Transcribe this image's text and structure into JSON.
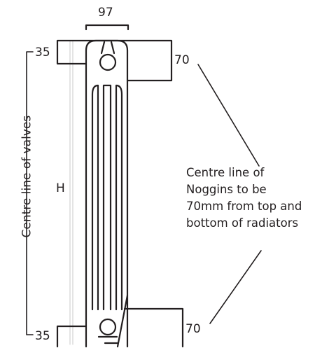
{
  "dimensions": {
    "width": "97",
    "top_offset": "35",
    "bottom_offset": "35",
    "noggin_top": "70",
    "noggin_bottom": "70",
    "height": "H"
  },
  "labels": {
    "centre_line_valves": "Centre line of valves",
    "note_lines": [
      "Centre line of",
      "Noggins to be",
      "70mm from top and",
      "bottom of radiators"
    ]
  }
}
